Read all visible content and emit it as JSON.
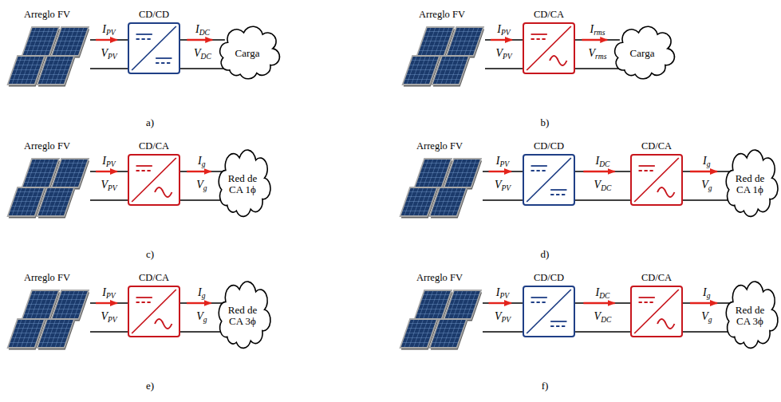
{
  "diagram": {
    "nodes": [
      {
        "text": [
          "Arreglo FV"
        ]
      },
      {
        "text": [
          "CD/CD"
        ]
      },
      {
        "text": [
          "Carga"
        ]
      },
      {
        "text": [
          "Arreglo FV"
        ]
      },
      {
        "text": [
          "CD/CA"
        ]
      },
      {
        "text": [
          "Carga"
        ]
      },
      {
        "text": [
          "Arreglo FV"
        ]
      },
      {
        "text": [
          "CD/CA"
        ]
      },
      {
        "text": [
          "Red de CA 1ϕ"
        ]
      },
      {
        "text": [
          "Arreglo FV"
        ]
      },
      {
        "text": [
          "CD/CD"
        ]
      },
      {
        "text": [
          "CD/CA"
        ]
      },
      {
        "text": [
          "Red de CA 1ϕ"
        ]
      },
      {
        "text": [
          "Arreglo FV"
        ]
      },
      {
        "text": [
          "CD/CA"
        ]
      },
      {
        "text": [
          "Red de CA 3ϕ"
        ]
      },
      {
        "text": [
          "Arreglo FV"
        ]
      },
      {
        "text": [
          "CD/CD"
        ]
      },
      {
        "text": [
          "CD/CA"
        ]
      },
      {
        "text": [
          "Red de CA 3ϕ"
        ]
      }
    ],
    "edges": [
      {
        "from": 0,
        "to": 1,
        "arrow": "to",
        "label": "IPV"
      },
      {
        "from": 1,
        "to": 2,
        "arrow": "to",
        "label": "IDC"
      },
      {
        "from": 3,
        "to": 4,
        "arrow": "to",
        "label": "IPV"
      },
      {
        "from": 4,
        "to": 5,
        "arrow": "to",
        "label": "Irms"
      },
      {
        "from": 6,
        "to": 7,
        "arrow": "to",
        "label": "IPV"
      },
      {
        "from": 7,
        "to": 8,
        "arrow": "to",
        "label": "Ig"
      },
      {
        "from": 9,
        "to": 10,
        "arrow": "to",
        "label": "IPV"
      },
      {
        "from": 10,
        "to": 11,
        "arrow": "to",
        "label": "IDC"
      },
      {
        "from": 11,
        "to": 12,
        "arrow": "to",
        "label": "Ig"
      },
      {
        "from": 13,
        "to": 14,
        "arrow": "to",
        "label": "IPV"
      },
      {
        "from": 14,
        "to": 15,
        "arrow": "to",
        "label": "Ig"
      },
      {
        "from": 16,
        "to": 17,
        "arrow": "to",
        "label": "IPV"
      },
      {
        "from": 17,
        "to": 18,
        "arrow": "to",
        "label": "IDC"
      },
      {
        "from": 18,
        "to": 19,
        "arrow": "to",
        "label": "Ig"
      }
    ],
    "labels": [
      "VPV",
      "VDC",
      "VPV",
      "Vrms",
      "VPV",
      "Vg",
      "VPV",
      "VDC",
      "Vg",
      "VPV",
      "Vg",
      "VPV",
      "VDC",
      "Vg",
      "a)",
      "b)",
      "c)",
      "d)",
      "e)",
      "f)"
    ]
  }
}
